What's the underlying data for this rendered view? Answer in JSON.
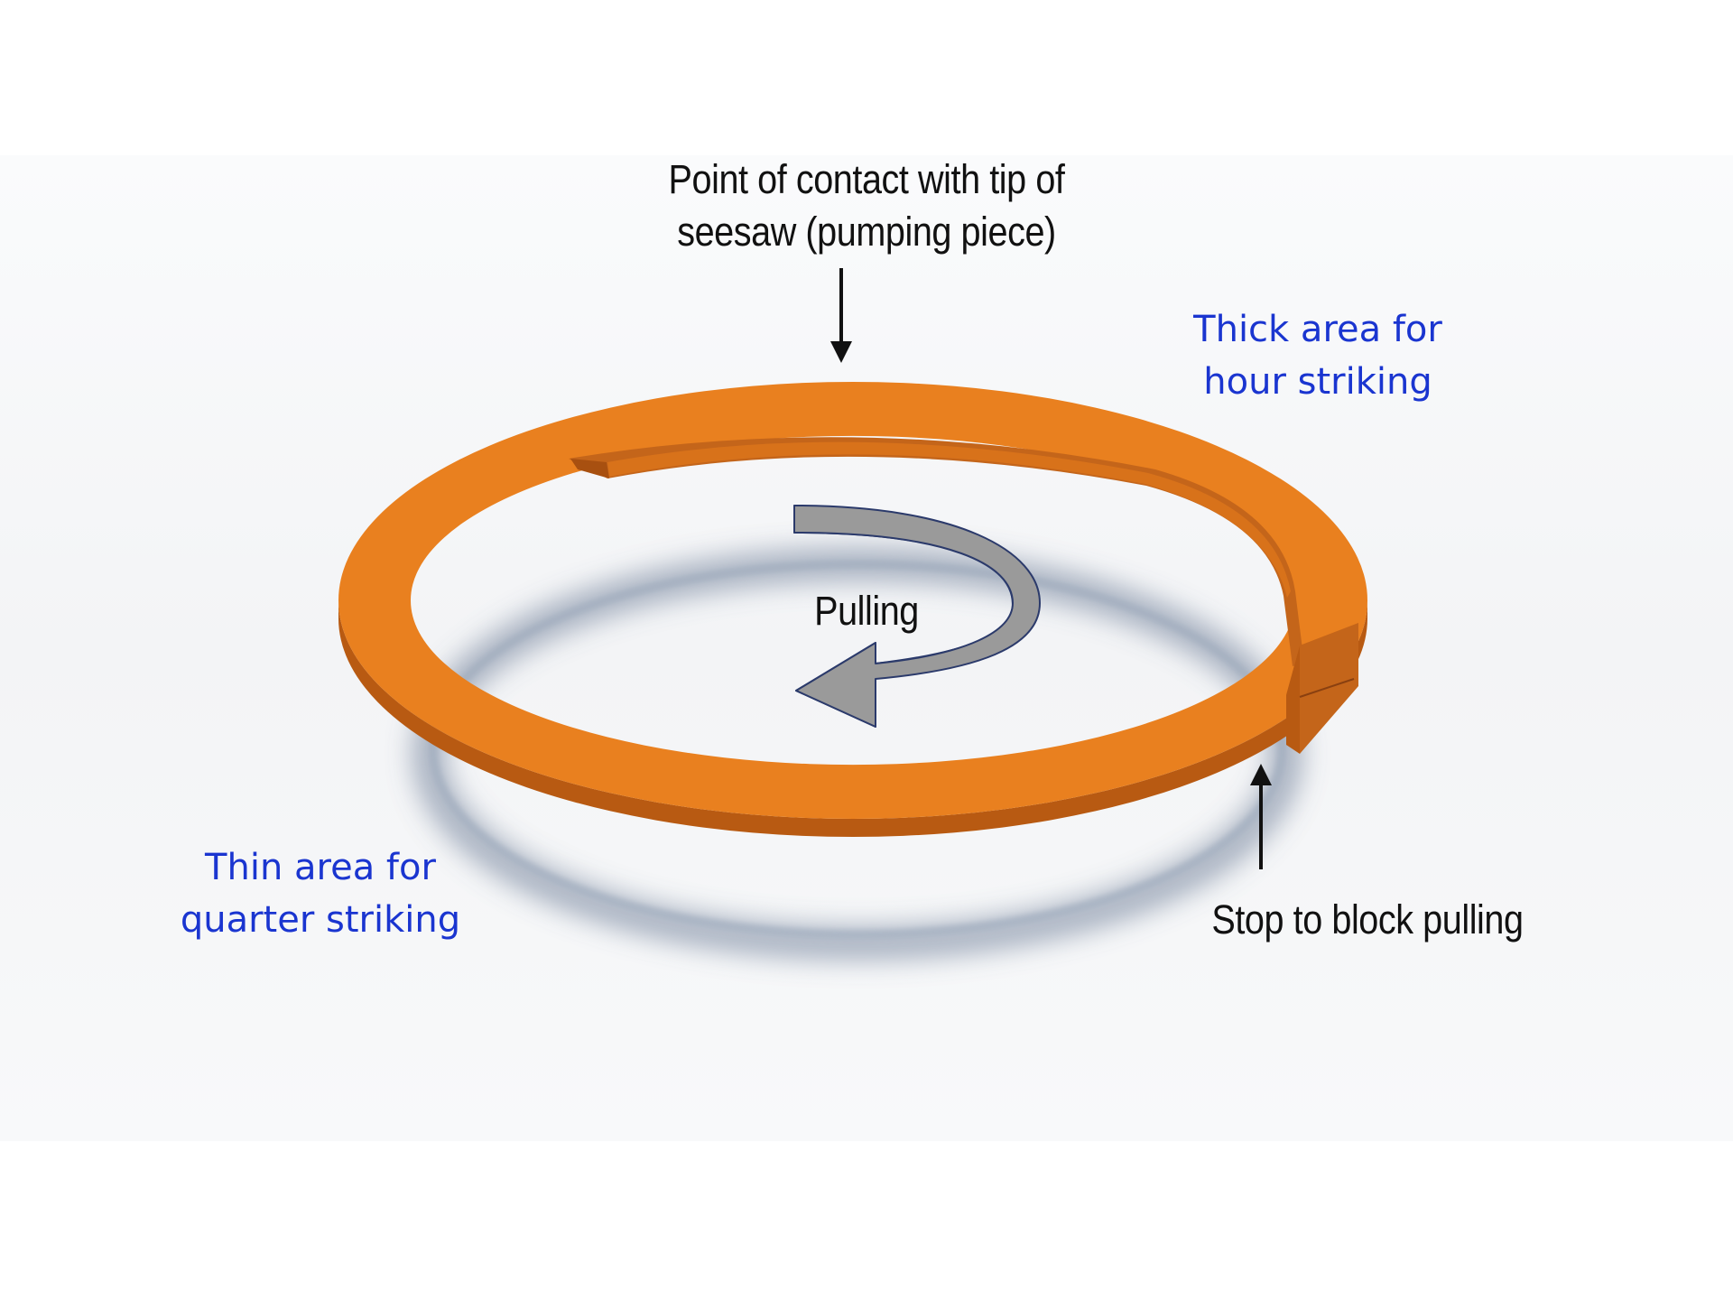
{
  "diagram": {
    "labels": {
      "contact_point": [
        "Point of contact with tip of",
        "seesaw (pumping piece)"
      ],
      "thick_area": [
        "Thick area for",
        "hour striking"
      ],
      "thin_area": [
        "Thin area for",
        "quarter striking"
      ],
      "stop": "Stop to block pulling",
      "pulling": "Pulling"
    },
    "colors": {
      "ring": "#e9801f",
      "ring_shade": "#b85a12",
      "arrow_fill": "#9a9a9a",
      "arrow_stroke": "#2b3a6b",
      "blue_text": "#1a35d0",
      "black_text": "#111111",
      "shadow": "#8a9ab0"
    },
    "icons": {
      "contact_arrow": "arrow-down",
      "stop_arrow": "arrow-up",
      "pulling_arrow": "curved-arrow-counterclockwise"
    }
  }
}
